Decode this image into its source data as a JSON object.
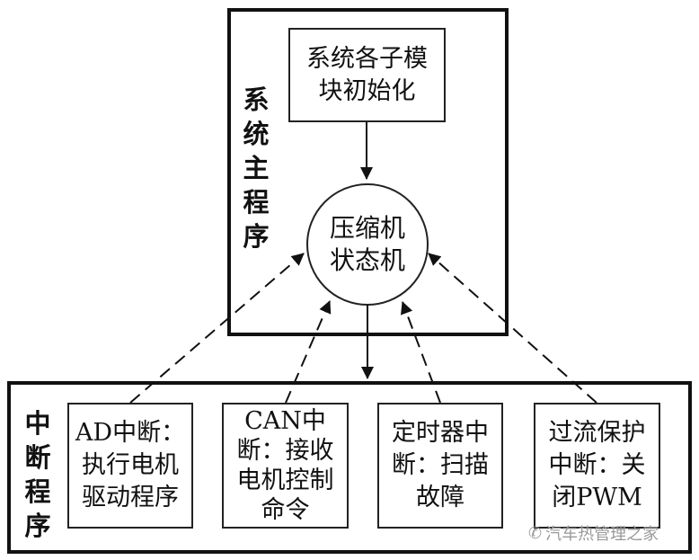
{
  "main_program": {
    "label": [
      "系",
      "统",
      "主",
      "程",
      "序"
    ],
    "init_box": [
      "系统各子模",
      "块初始化"
    ],
    "state_machine": [
      "压缩机",
      "状态机"
    ]
  },
  "interrupt_program": {
    "label": [
      "中",
      "断",
      "程",
      "序"
    ],
    "boxes": [
      {
        "lines": [
          "AD中断：",
          "执行电机",
          "驱动程序"
        ]
      },
      {
        "lines": [
          "CAN中",
          "断：接收",
          "电机控制",
          "命令"
        ]
      },
      {
        "lines": [
          "定时器中",
          "断：扫描",
          "故障"
        ]
      },
      {
        "lines": [
          "过流保护",
          "中断：关",
          "闭PWM"
        ]
      }
    ]
  },
  "watermark": "汽车热管理之家"
}
